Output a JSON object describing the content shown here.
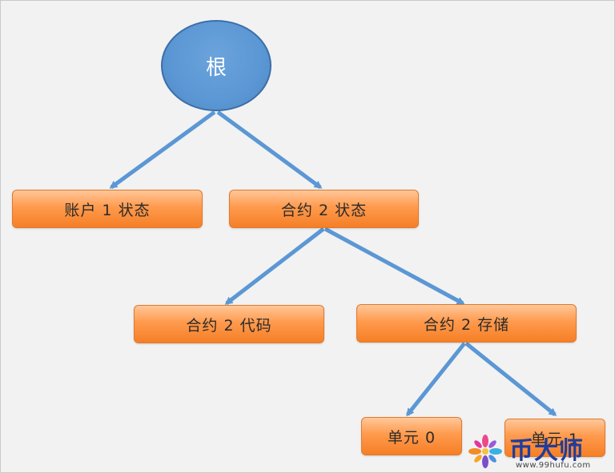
{
  "tree": {
    "root": {
      "label": "根"
    },
    "account_state": {
      "label": "账户 1 状态"
    },
    "contract_state": {
      "label": "合约 2 状态"
    },
    "contract_code": {
      "label": "合约 2 代码"
    },
    "contract_storage": {
      "label": "合约 2 存储"
    },
    "cell_0": {
      "label": "单元 0"
    },
    "cell_1": {
      "label": "单元 1"
    }
  },
  "watermark": {
    "name": "币大师",
    "url": "www.99hufu.com"
  },
  "colors": {
    "background": "#f2f2f2",
    "root_fill": "#5b97d4",
    "node_fill": "#ff9a4d",
    "arrow": "#5b97d4"
  }
}
